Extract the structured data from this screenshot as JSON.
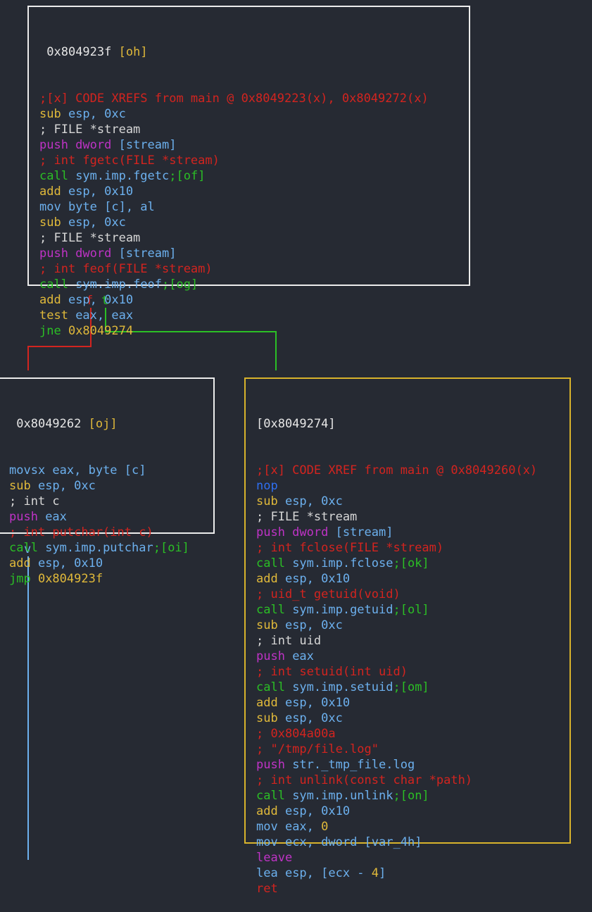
{
  "graph": {
    "nodes": [
      {
        "id": "top",
        "header_addr": "0x804923f",
        "header_tag": "[oh]",
        "lines": [
          [
            {
              "t": ";[x] CODE XREFS from main @ 0x8049223(x), 0x8049272(x)",
              "c": "red"
            }
          ],
          [
            {
              "t": "sub",
              "c": "yel"
            },
            {
              "t": " esp, 0xc",
              "c": "blue"
            }
          ],
          [
            {
              "t": "; FILE *stream",
              "c": "gray"
            }
          ],
          [
            {
              "t": "push dword",
              "c": "mag"
            },
            {
              "t": " [stream]",
              "c": "blue"
            }
          ],
          [
            {
              "t": "; int fgetc(FILE *stream)",
              "c": "red"
            }
          ],
          [
            {
              "t": "call",
              "c": "grn"
            },
            {
              "t": " sym.imp.fgetc",
              "c": "blue"
            },
            {
              "t": ";[of]",
              "c": "grn"
            }
          ],
          [
            {
              "t": "add",
              "c": "yel"
            },
            {
              "t": " esp, 0x10",
              "c": "blue"
            }
          ],
          [
            {
              "t": "mov byte",
              "c": "blue"
            },
            {
              "t": " [c], al",
              "c": "blue"
            }
          ],
          [
            {
              "t": "sub",
              "c": "yel"
            },
            {
              "t": " esp, 0xc",
              "c": "blue"
            }
          ],
          [
            {
              "t": "; FILE *stream",
              "c": "gray"
            }
          ],
          [
            {
              "t": "push dword",
              "c": "mag"
            },
            {
              "t": " [stream]",
              "c": "blue"
            }
          ],
          [
            {
              "t": "; int feof(FILE *stream)",
              "c": "red"
            }
          ],
          [
            {
              "t": "call",
              "c": "grn"
            },
            {
              "t": " sym.imp.feof",
              "c": "blue"
            },
            {
              "t": ";[og]",
              "c": "grn"
            }
          ],
          [
            {
              "t": "add",
              "c": "yel"
            },
            {
              "t": " esp, 0x10",
              "c": "blue"
            }
          ],
          [
            {
              "t": "test",
              "c": "yel"
            },
            {
              "t": " eax, eax",
              "c": "blue"
            }
          ],
          [
            {
              "t": "jne",
              "c": "grn"
            },
            {
              "t": " 0x8049274",
              "c": "yel"
            }
          ]
        ]
      },
      {
        "id": "left",
        "header_addr": "0x8049262",
        "header_tag": "[oj]",
        "lines": [
          [
            {
              "t": "movsx",
              "c": "blue"
            },
            {
              "t": " eax, byte [c]",
              "c": "blue"
            }
          ],
          [
            {
              "t": "sub",
              "c": "yel"
            },
            {
              "t": " esp, 0xc",
              "c": "blue"
            }
          ],
          [
            {
              "t": "; int c",
              "c": "gray"
            }
          ],
          [
            {
              "t": "push",
              "c": "mag"
            },
            {
              "t": " eax",
              "c": "blue"
            }
          ],
          [
            {
              "t": "; int putchar(int c)",
              "c": "red"
            }
          ],
          [
            {
              "t": "call",
              "c": "grn"
            },
            {
              "t": " sym.imp.putchar",
              "c": "blue"
            },
            {
              "t": ";[oi]",
              "c": "grn"
            }
          ],
          [
            {
              "t": "add",
              "c": "yel"
            },
            {
              "t": " esp, 0x10",
              "c": "blue"
            }
          ],
          [
            {
              "t": "jmp",
              "c": "grn"
            },
            {
              "t": " 0x804923f",
              "c": "yel"
            }
          ]
        ]
      },
      {
        "id": "right",
        "header_addr": "[0x8049274]",
        "header_tag": "",
        "lines": [
          [
            {
              "t": ";[x] CODE XREF from main @ 0x8049260(x)",
              "c": "red"
            }
          ],
          [
            {
              "t": "nop",
              "c": "nop"
            }
          ],
          [
            {
              "t": "sub",
              "c": "yel"
            },
            {
              "t": " esp, 0xc",
              "c": "blue"
            }
          ],
          [
            {
              "t": "; FILE *stream",
              "c": "gray"
            }
          ],
          [
            {
              "t": "push dword",
              "c": "mag"
            },
            {
              "t": " [stream]",
              "c": "blue"
            }
          ],
          [
            {
              "t": "; int fclose(FILE *stream)",
              "c": "red"
            }
          ],
          [
            {
              "t": "call",
              "c": "grn"
            },
            {
              "t": " sym.imp.fclose",
              "c": "blue"
            },
            {
              "t": ";[ok]",
              "c": "grn"
            }
          ],
          [
            {
              "t": "add",
              "c": "yel"
            },
            {
              "t": " esp, 0x10",
              "c": "blue"
            }
          ],
          [
            {
              "t": "; uid_t getuid(void)",
              "c": "red"
            }
          ],
          [
            {
              "t": "call",
              "c": "grn"
            },
            {
              "t": " sym.imp.getuid",
              "c": "blue"
            },
            {
              "t": ";[ol]",
              "c": "grn"
            }
          ],
          [
            {
              "t": "sub",
              "c": "yel"
            },
            {
              "t": " esp, 0xc",
              "c": "blue"
            }
          ],
          [
            {
              "t": "; int uid",
              "c": "gray"
            }
          ],
          [
            {
              "t": "push",
              "c": "mag"
            },
            {
              "t": " eax",
              "c": "blue"
            }
          ],
          [
            {
              "t": "; int setuid(int uid)",
              "c": "red"
            }
          ],
          [
            {
              "t": "call",
              "c": "grn"
            },
            {
              "t": " sym.imp.setuid",
              "c": "blue"
            },
            {
              "t": ";[om]",
              "c": "grn"
            }
          ],
          [
            {
              "t": "add",
              "c": "yel"
            },
            {
              "t": " esp, 0x10",
              "c": "blue"
            }
          ],
          [
            {
              "t": "sub",
              "c": "yel"
            },
            {
              "t": " esp, 0xc",
              "c": "blue"
            }
          ],
          [
            {
              "t": "; 0x804a00a",
              "c": "red"
            }
          ],
          [
            {
              "t": "; \"/tmp/file.log\"",
              "c": "red"
            }
          ],
          [
            {
              "t": "push",
              "c": "mag"
            },
            {
              "t": " str._tmp_file.log",
              "c": "blue"
            }
          ],
          [
            {
              "t": "; int unlink(const char *path)",
              "c": "red"
            }
          ],
          [
            {
              "t": "call",
              "c": "grn"
            },
            {
              "t": " sym.imp.unlink",
              "c": "blue"
            },
            {
              "t": ";[on]",
              "c": "grn"
            }
          ],
          [
            {
              "t": "add",
              "c": "yel"
            },
            {
              "t": " esp, 0x10",
              "c": "blue"
            }
          ],
          [
            {
              "t": "mov",
              "c": "blue"
            },
            {
              "t": " eax, ",
              "c": "blue"
            },
            {
              "t": "0",
              "c": "yel"
            }
          ],
          [
            {
              "t": "mov",
              "c": "blue"
            },
            {
              "t": " ecx, dword [var_4h]",
              "c": "blue"
            }
          ],
          [
            {
              "t": "leave",
              "c": "mag"
            }
          ],
          [
            {
              "t": "lea",
              "c": "blue"
            },
            {
              "t": " esp, [ecx - ",
              "c": "blue"
            },
            {
              "t": "4",
              "c": "yel"
            },
            {
              "t": "]",
              "c": "blue"
            }
          ],
          [
            {
              "t": "ret",
              "c": "red"
            }
          ]
        ]
      }
    ],
    "edge_labels": {
      "false": "f",
      "true": "t",
      "down": "v"
    },
    "colors": {
      "background": "#262a33",
      "node_border": "#ececec",
      "selected_border": "#d8b32c",
      "edge_false": "#d3241f",
      "edge_true": "#2bbf25",
      "edge_jump": "#6cb0ee"
    }
  }
}
